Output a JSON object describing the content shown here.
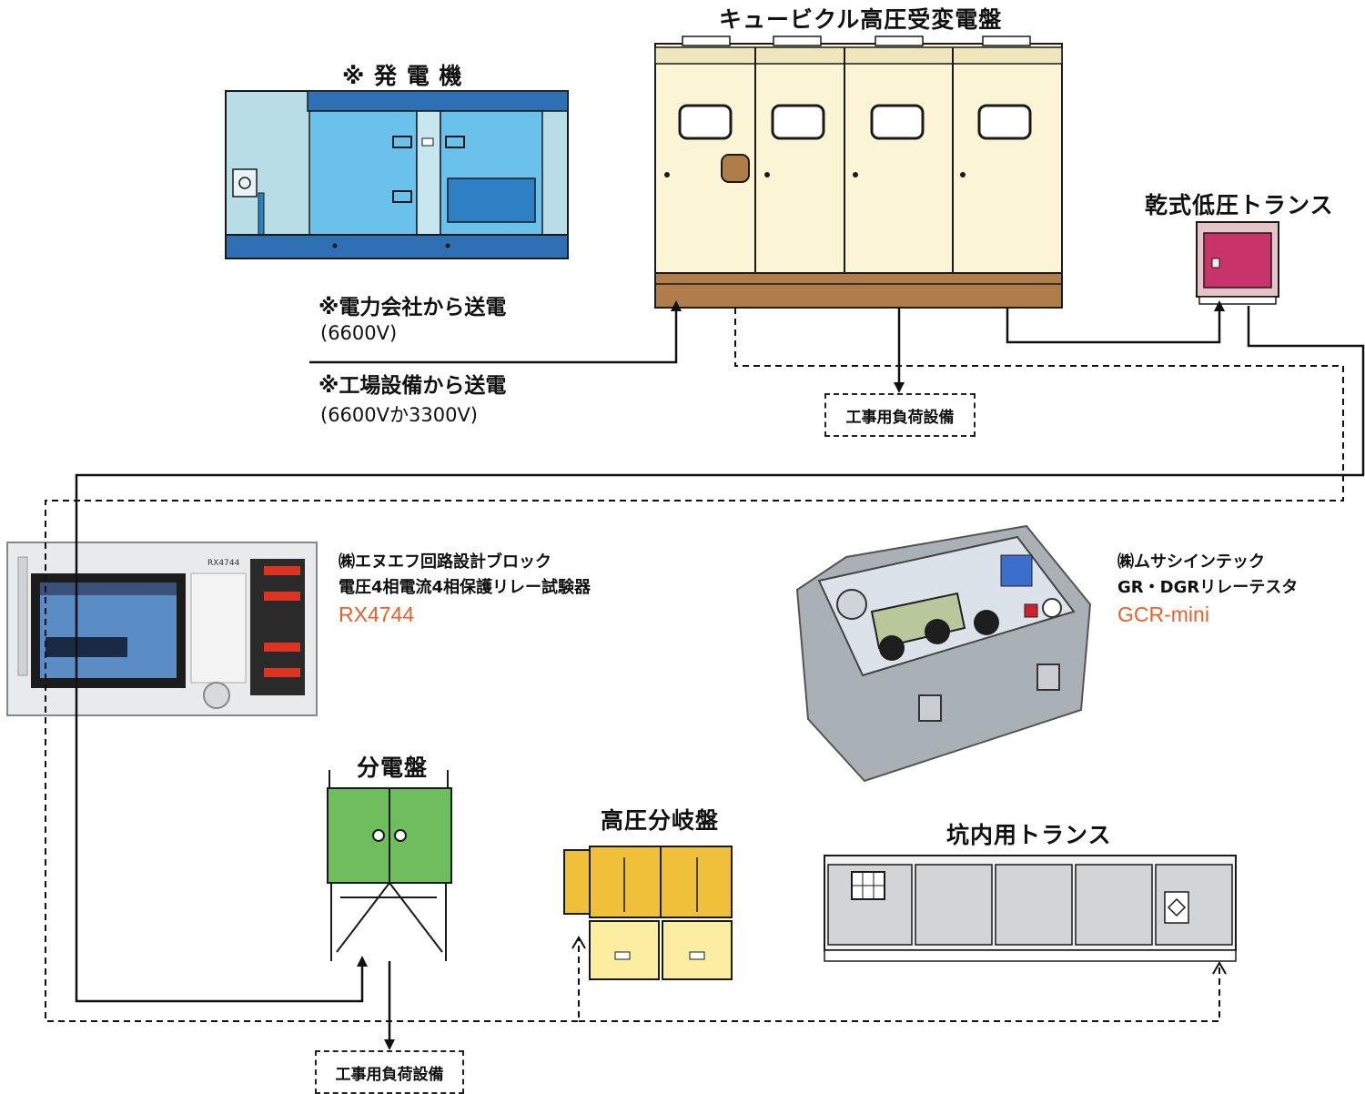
{
  "labels": {
    "generator": "※ 発 電 機",
    "cubicle": "キュービクル高圧受変電盤",
    "dry_trans": "乾式低圧トランス",
    "power_company": "※電力会社から送電",
    "power_company_v": "(6600V)",
    "factory": "※工場設備から送電",
    "factory_v": "(6600Vか3300V)",
    "load1": "工事用負荷設備",
    "load2": "工事用負荷設備",
    "dist_panel": "分電盤",
    "hv_branch": "高圧分岐盤",
    "mine_trans": "坑内用トランス"
  },
  "devices": {
    "rx": {
      "maker": "㈱エヌエフ回路設計ブロック",
      "desc": "電圧4相電流4相保護リレー試験器",
      "model": "RX4744",
      "panel_text": "RX4744"
    },
    "gcr": {
      "maker": "㈱ムサシインテック",
      "desc": "GR・DGRリレーテスタ",
      "model": "GCR-mini"
    }
  },
  "colors": {
    "generator_body": "#b9dde6",
    "generator_blue": "#2f7fc4",
    "generator_light": "#6ac2ec",
    "cubicle_body": "#fbf5d6",
    "cubicle_base": "#b07d4a",
    "dry_trans": "#c8336a",
    "dist_panel": "#6fbe5e",
    "hv_branch": "#f0c03a",
    "hv_lower": "#fbeea0",
    "mine_trans": "#d2d4d5",
    "model_text": "#e8612c"
  }
}
